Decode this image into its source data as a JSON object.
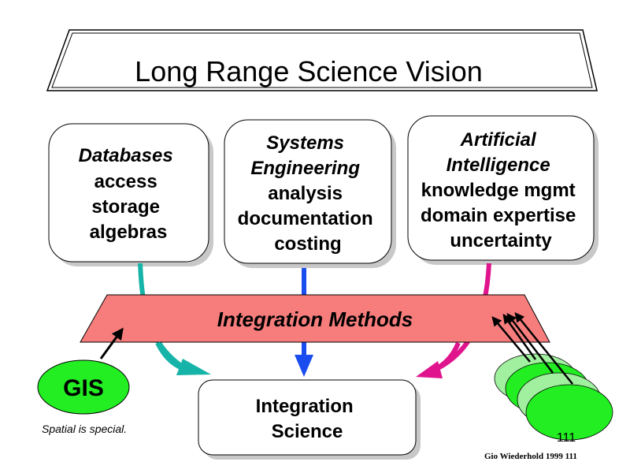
{
  "title": "Long Range Science Vision",
  "boxes": {
    "databases": [
      "Databases",
      "access",
      "storage",
      "algebras"
    ],
    "systems": [
      "Systems",
      "Engineering",
      "analysis",
      "documentation",
      "costing"
    ],
    "ai": [
      "Artificial",
      "Intelligence",
      "knowledge mgmt",
      "domain expertise",
      "uncertainty"
    ]
  },
  "integration_methods": "Integration Methods",
  "integration_science": [
    "Integration",
    "Science"
  ],
  "gis": {
    "label": "GIS",
    "caption": "Spatial is special."
  },
  "footer": {
    "credit": "Gio Wiederhold 1999 111",
    "page_number": "111"
  },
  "colors": {
    "band": "#f77d7d",
    "teal": "#16b4a8",
    "blue": "#1a4cf0",
    "magenta": "#e0148c",
    "green": "#22ee22",
    "light_green": "#a0f0a0"
  }
}
